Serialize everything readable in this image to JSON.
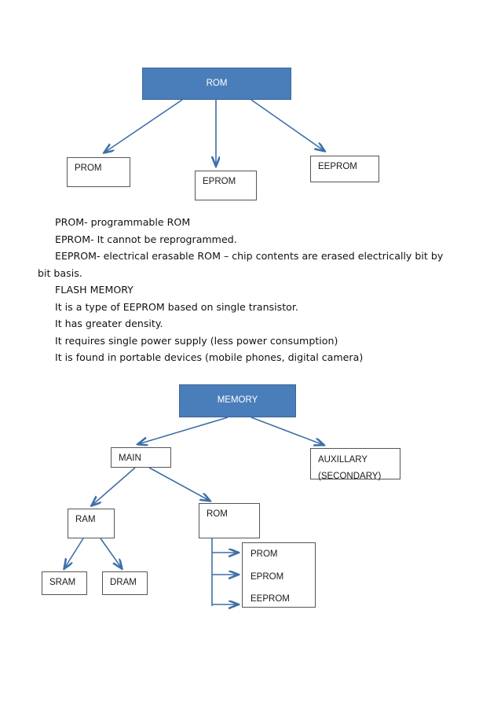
{
  "document": {
    "title": "Memory types notes page",
    "colors": {
      "header_fill": "#4a7ebb",
      "header_text": "#ffffff",
      "edge": "#3d6fa8",
      "box_border": "#555555",
      "body_text": "#111111",
      "page_background": "#ffffff"
    }
  },
  "diagram_rom": {
    "name": "ROM classification diagram",
    "root": {
      "label": "ROM"
    },
    "children": [
      {
        "label": "PROM"
      },
      {
        "label": "EPROM"
      },
      {
        "label": "EEPROM"
      }
    ]
  },
  "notes": {
    "lines": [
      "PROM- programmable ROM",
      "EPROM- It cannot be reprogrammed.",
      "EEPROM- electrical erasable ROM – chip contents  are erased  electrically bit by",
      "bit basis.",
      "FLASH MEMORY",
      "It is a type of EEPROM based on single transistor.",
      "It has greater  density.",
      "It requires single power supply (less power consumption)",
      "It is found  in portable devices (mobile phones,  digital camera)"
    ]
  },
  "diagram_memory": {
    "name": "Memory hierarchy diagram",
    "root": {
      "label": "MEMORY"
    },
    "main": {
      "label": "MAIN"
    },
    "auxillary": {
      "line1": "AUXILLARY",
      "line2": "(SECONDARY)"
    },
    "ram": {
      "label": "RAM"
    },
    "rom": {
      "label": "ROM"
    },
    "sram": {
      "label": "SRAM"
    },
    "dram": {
      "label": "DRAM"
    },
    "rom_types": {
      "items": [
        "PROM",
        "EPROM",
        "EEPROM"
      ]
    }
  }
}
